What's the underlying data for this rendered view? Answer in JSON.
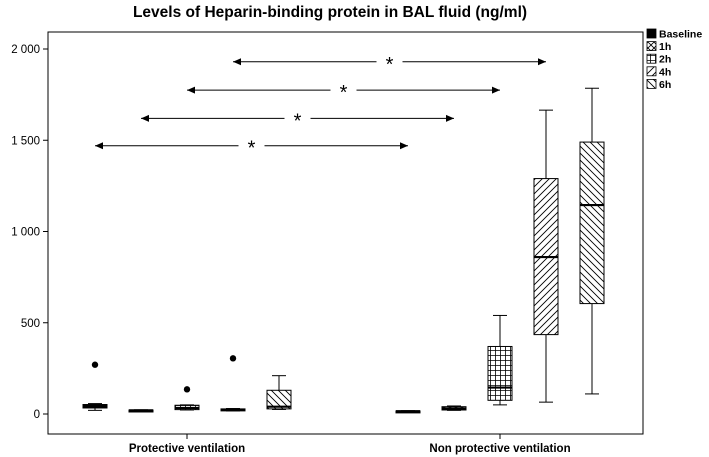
{
  "chart_data": {
    "type": "box",
    "title": "Levels of Heparin-binding protein in BAL fluid (ng/ml)",
    "xlabel": "",
    "ylabel": "",
    "ylim": [
      -100,
      2100
    ],
    "yticks": [
      0,
      500,
      1000,
      1500,
      2000
    ],
    "ytick_labels": [
      "0",
      "500",
      "1 000",
      "1 500",
      "2 000"
    ],
    "grid": false,
    "legend_position": "top-right",
    "categories": [
      "Protective ventilation",
      "Non protective ventilation"
    ],
    "series": [
      {
        "name": "Baseline",
        "pattern": "solid",
        "boxes": [
          {
            "category": 0,
            "min": 20,
            "q1": 33,
            "median": 42,
            "q3": 52,
            "max": 57,
            "outliers": [
              270
            ]
          },
          {
            "category": 1,
            "min": 13,
            "q1": 14,
            "median": 15,
            "q3": 17,
            "max": 18,
            "outliers": []
          }
        ]
      },
      {
        "name": "1h",
        "pattern": "crosshatch",
        "boxes": [
          {
            "category": 0,
            "min": 17,
            "q1": 18,
            "median": 20,
            "q3": 22,
            "max": 23,
            "outliers": []
          },
          {
            "category": 1,
            "min": 20,
            "q1": 22,
            "median": 30,
            "q3": 40,
            "max": 44,
            "outliers": []
          }
        ]
      },
      {
        "name": "2h",
        "pattern": "grid",
        "boxes": [
          {
            "category": 0,
            "min": 22,
            "q1": 24,
            "median": 33,
            "q3": 48,
            "max": 50,
            "outliers": [
              135
            ]
          },
          {
            "category": 1,
            "min": 50,
            "q1": 75,
            "median": 145,
            "q3": 370,
            "max": 540,
            "outliers": []
          }
        ]
      },
      {
        "name": "4h",
        "pattern": "diag-up",
        "boxes": [
          {
            "category": 0,
            "min": 17,
            "q1": 18,
            "median": 23,
            "q3": 28,
            "max": 30,
            "outliers": [
              305
            ]
          },
          {
            "category": 1,
            "min": 65,
            "q1": 435,
            "median": 860,
            "q3": 1290,
            "max": 1665,
            "outliers": []
          }
        ]
      },
      {
        "name": "6h",
        "pattern": "diag-down",
        "boxes": [
          {
            "category": 0,
            "min": 25,
            "q1": 28,
            "median": 40,
            "q3": 130,
            "max": 210,
            "outliers": []
          },
          {
            "category": 1,
            "min": 110,
            "q1": 605,
            "median": 1145,
            "q3": 1490,
            "max": 1785,
            "outliers": []
          }
        ]
      }
    ],
    "annotations": [
      {
        "label": "*",
        "from": "Protective ventilation Baseline",
        "to": "Non protective ventilation Baseline",
        "y": 1470
      },
      {
        "label": "*",
        "from": "Protective ventilation 1h",
        "to": "Non protective ventilation 1h",
        "y": 1620
      },
      {
        "label": "*",
        "from": "Protective ventilation 2h",
        "to": "Non protective ventilation 2h",
        "y": 1775
      },
      {
        "label": "*",
        "from": "Protective ventilation 4h",
        "to": "Non protective ventilation 4h",
        "y": 1930
      }
    ]
  }
}
